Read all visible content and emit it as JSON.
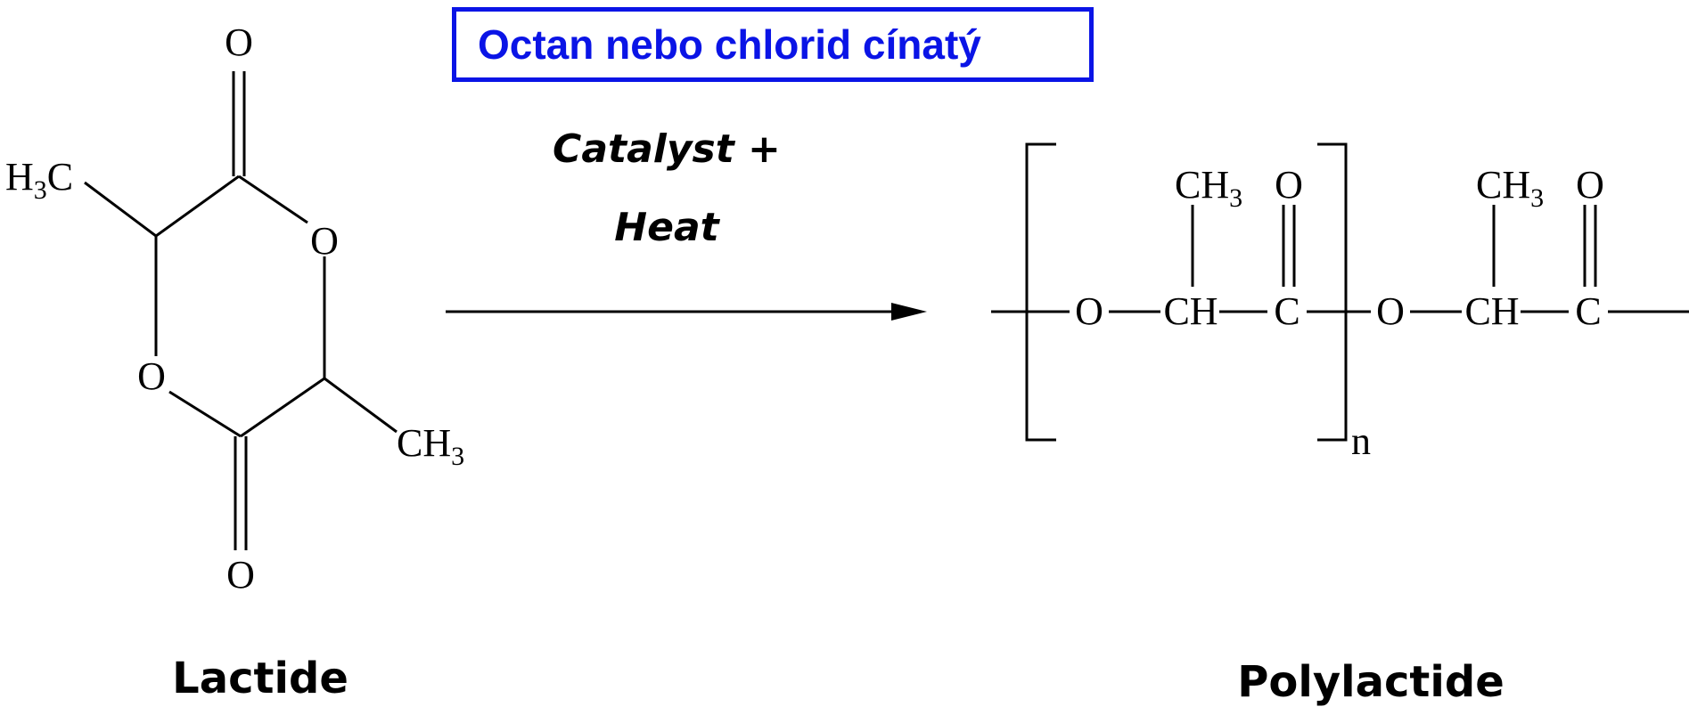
{
  "catalyst_note": {
    "text": "Octan nebo chlorid cínatý",
    "border_color": "#0a14e6",
    "text_color": "#0a14e6"
  },
  "conditions": {
    "line1": "Catalyst +",
    "line2": "Heat"
  },
  "reactant": {
    "name": "Lactide",
    "atoms": {
      "carbonyl_o_top": "O",
      "ring_o_right": "O",
      "ring_o_left": "O",
      "carbonyl_o_bottom": "O"
    },
    "methyl_left": {
      "main": "H",
      "sub": "3",
      "end": "C"
    },
    "methyl_right": {
      "main": "CH",
      "sub": "3"
    }
  },
  "product": {
    "name": "Polylactide",
    "repeat_subscript": "n",
    "unit1": {
      "o": "O",
      "ch": "CH",
      "c": "C",
      "carbonyl_o": "O",
      "methyl_main": "CH",
      "methyl_sub": "3"
    },
    "unit2": {
      "o": "O",
      "ch": "CH",
      "c": "C",
      "carbonyl_o": "O",
      "methyl_main": "CH",
      "methyl_sub": "3"
    }
  }
}
